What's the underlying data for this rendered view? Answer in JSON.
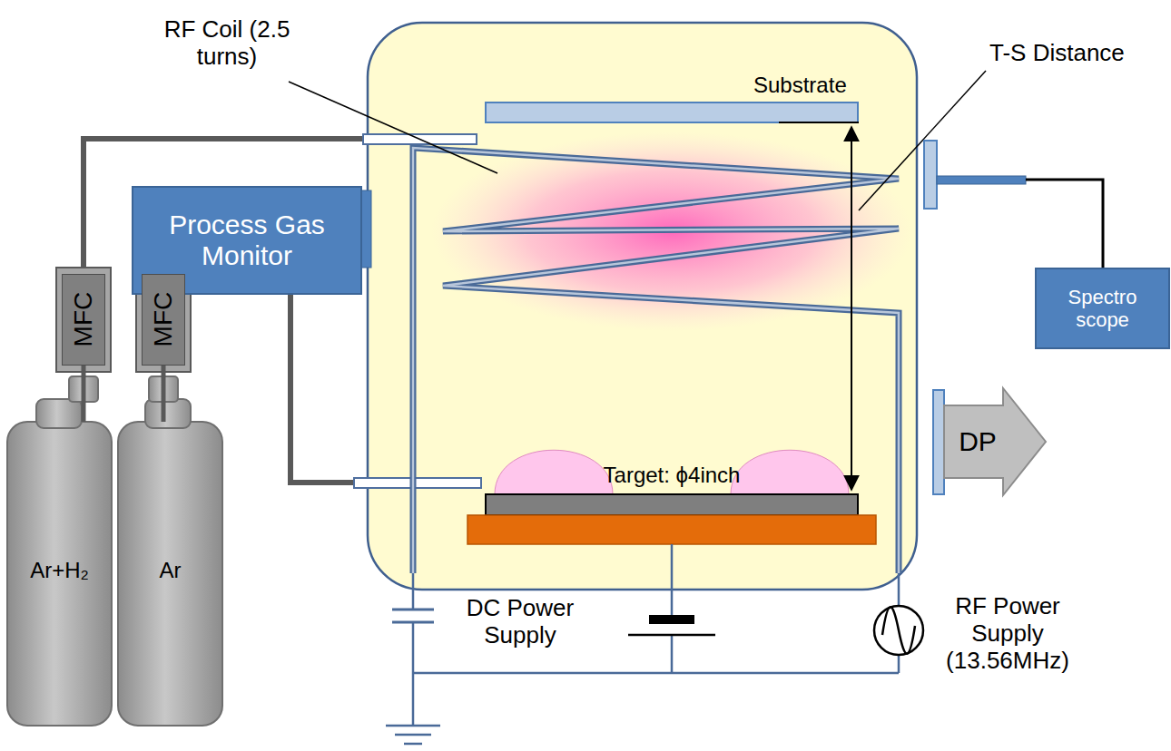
{
  "diagram": {
    "nodes": [
      {
        "text": [
          "Process Gas Monitor"
        ]
      },
      {
        "text": [
          "MFC"
        ]
      },
      {
        "text": [
          "MFC"
        ]
      },
      {
        "text": [
          "Ar+H₂"
        ]
      },
      {
        "text": [
          "Ar"
        ]
      },
      {
        "text": [
          "Spectro scope"
        ]
      },
      {
        "text": [
          "DP"
        ]
      }
    ],
    "edges": [
      {
        "from": 3,
        "to": 1,
        "arrow": "none"
      },
      {
        "from": 4,
        "to": 2,
        "arrow": "none"
      }
    ],
    "labels": [
      "RF Coil (2.5 turns)",
      "Substrate",
      "T-S Distance",
      "Target: ϕ4inch",
      "DC Power Supply",
      "RF Power Supply (13.56MHz)"
    ]
  }
}
